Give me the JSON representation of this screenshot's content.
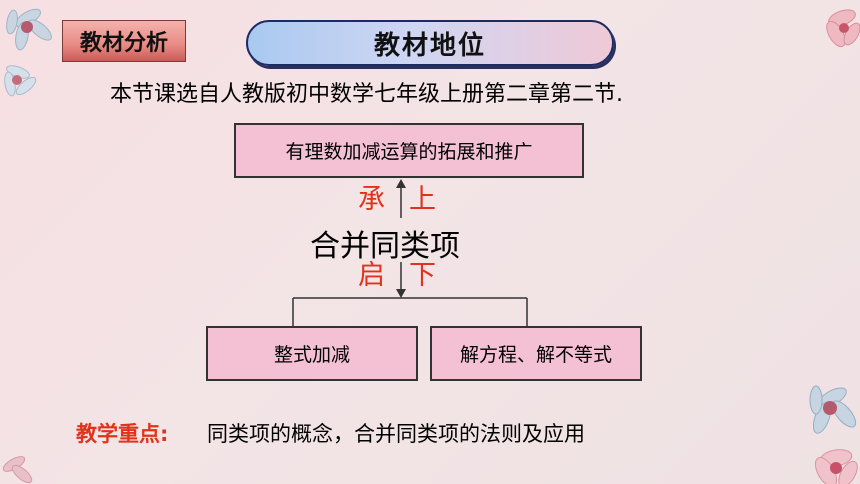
{
  "section_tag": "教材分析",
  "title": "教材地位",
  "intro": "本节课选自人教版初中数学七年级上册第二章第二节.",
  "diagram": {
    "top_box": "有理数加减运算的拓展和推广",
    "center_topic": "合并同类项",
    "cheng": "承",
    "shang": "上",
    "qi": "启",
    "xia": "下",
    "left_box": "整式加减",
    "right_box": "解方程、解不等式"
  },
  "key_point": {
    "label": "教学重点:",
    "text": "同类项的概念，合并同类项的法则及应用"
  },
  "colors": {
    "accent_red": "#e0331c",
    "box_fill": "#f4c1d4",
    "title_border": "#1d2b63"
  }
}
